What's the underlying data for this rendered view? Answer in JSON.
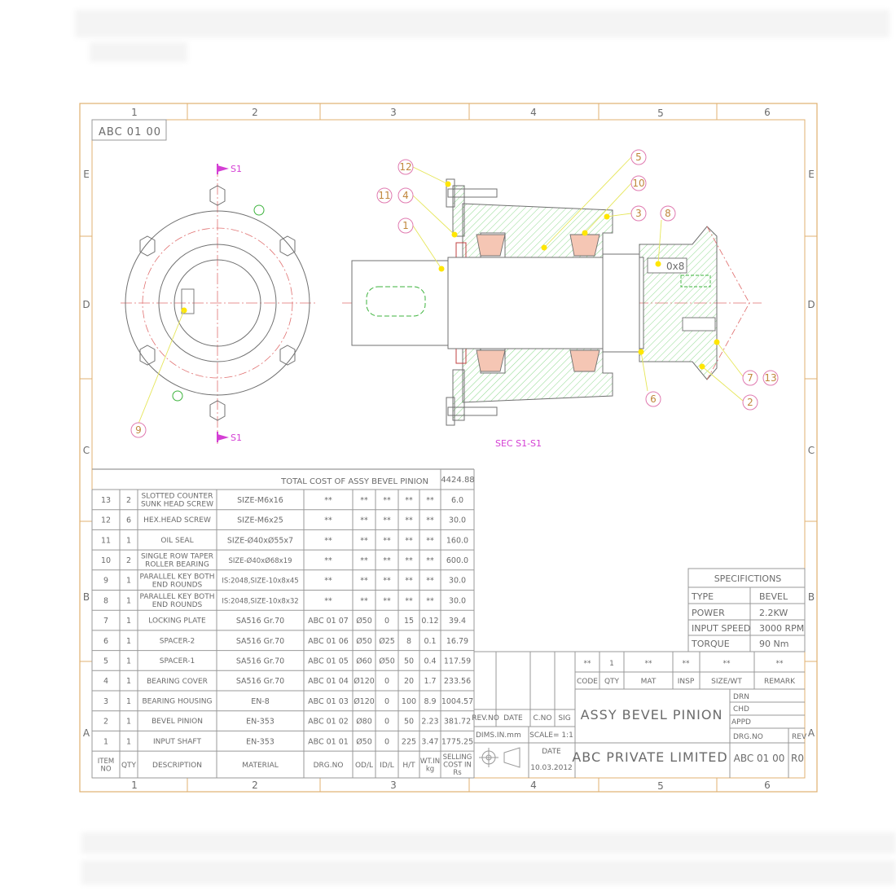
{
  "drawing_id": "ABC 01 00",
  "columns": [
    "1",
    "2",
    "3",
    "4",
    "5",
    "6"
  ],
  "rows": [
    "E",
    "D",
    "C",
    "B",
    "A"
  ],
  "section_marks": [
    "S1",
    "S1"
  ],
  "section_label": "SEC S1-S1",
  "dimension_note": "0x8",
  "balloons": [
    "12",
    "11",
    "4",
    "1",
    "5",
    "10",
    "3",
    "8",
    "9",
    "6",
    "7",
    "13",
    "2"
  ],
  "bom": {
    "total_label": "TOTAL COST OF ASSY BEVEL PINION",
    "total_value": "4424.88",
    "header": [
      "ITEM NO",
      "QTY",
      "DESCRIPTION",
      "MATERIAL",
      "DRG.NO",
      "OD/L",
      "ID/L",
      "H/T",
      "WT.IN kg",
      "SELLING COST IN Rs"
    ],
    "rows": [
      [
        "13",
        "2",
        "SLOTTED COUNTER SUNK HEAD SCREW",
        "SIZE-M6x16",
        "**",
        "**",
        "**",
        "**",
        "**",
        "6.0"
      ],
      [
        "12",
        "6",
        "HEX.HEAD SCREW",
        "SIZE-M6x25",
        "**",
        "**",
        "**",
        "**",
        "**",
        "30.0"
      ],
      [
        "11",
        "1",
        "OIL SEAL",
        "SIZE-Ø40xØ55x7",
        "**",
        "**",
        "**",
        "**",
        "**",
        "160.0"
      ],
      [
        "10",
        "2",
        "SINGLE ROW TAPER ROLLER BEARING",
        "SIZE-Ø40xØ68x19",
        "**",
        "**",
        "**",
        "**",
        "**",
        "600.0"
      ],
      [
        "9",
        "1",
        "PARALLEL KEY BOTH END ROUNDS",
        "IS:2048,SIZE-10x8x45",
        "**",
        "**",
        "**",
        "**",
        "**",
        "30.0"
      ],
      [
        "8",
        "1",
        "PARALLEL KEY BOTH END ROUNDS",
        "IS:2048,SIZE-10x8x32",
        "**",
        "**",
        "**",
        "**",
        "**",
        "30.0"
      ],
      [
        "7",
        "1",
        "LOCKING PLATE",
        "SA516 Gr.70",
        "ABC 01 07",
        "Ø50",
        "0",
        "15",
        "0.12",
        "39.4"
      ],
      [
        "6",
        "1",
        "SPACER-2",
        "SA516 Gr.70",
        "ABC 01 06",
        "Ø50",
        "Ø25",
        "8",
        "0.1",
        "16.79"
      ],
      [
        "5",
        "1",
        "SPACER-1",
        "SA516 Gr.70",
        "ABC 01 05",
        "Ø60",
        "Ø50",
        "50",
        "0.4",
        "117.59"
      ],
      [
        "4",
        "1",
        "BEARING COVER",
        "SA516 Gr.70",
        "ABC 01 04",
        "Ø120",
        "0",
        "20",
        "1.7",
        "233.56"
      ],
      [
        "3",
        "1",
        "BEARING HOUSING",
        "EN-8",
        "ABC 01 03",
        "Ø120",
        "0",
        "100",
        "8.9",
        "1004.57"
      ],
      [
        "2",
        "1",
        "BEVEL PINION",
        "EN-353",
        "ABC 01 02",
        "Ø80",
        "0",
        "50",
        "2.23",
        "381.72"
      ],
      [
        "1",
        "1",
        "INPUT SHAFT",
        "EN-353",
        "ABC 01 01",
        "Ø50",
        "0",
        "225",
        "3.47",
        "1775.25"
      ]
    ]
  },
  "spec": {
    "title": "SPECIFICTIONS",
    "rows": [
      [
        "TYPE",
        "BEVEL"
      ],
      [
        "POWER",
        "2.2KW"
      ],
      [
        "INPUT SPEED",
        "3000 RPM"
      ],
      [
        "TORQUE",
        "90 Nm"
      ]
    ]
  },
  "title_block": {
    "code_row": [
      "**",
      "1",
      "**",
      "**",
      "**",
      "**"
    ],
    "code_header": [
      "CODE",
      "QTY",
      "MAT",
      "INSP",
      "SIZE/WT",
      "REMARK"
    ],
    "rev_header": [
      "REV.NO",
      "DATE",
      "C.NO",
      "SIG"
    ],
    "title": "ASSY BEVEL PINION",
    "company": "ABC PRIVATE LIMITED",
    "approvals": [
      "DRN",
      "CHD",
      "APPD"
    ],
    "dims": "DIMS.IN.mm",
    "scale": "SCALE= 1:1",
    "date_label": "DATE",
    "date": "10.03.2012",
    "drg_label": "DRG.NO",
    "drg_no": "ABC 01 00",
    "rev_label": "REV",
    "rev": "R0"
  }
}
